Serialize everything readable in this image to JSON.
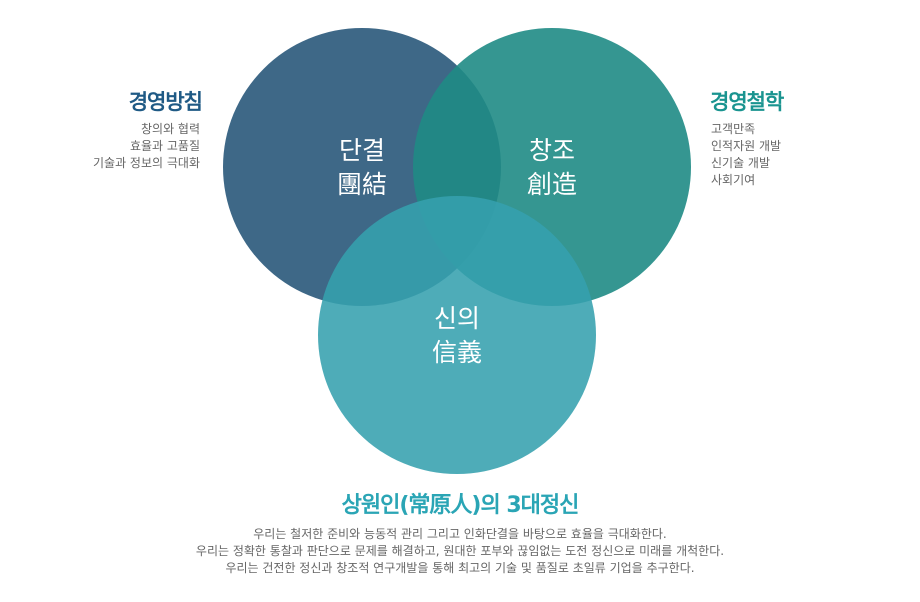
{
  "left": {
    "title": "경영방침",
    "items": [
      "창의와 협력",
      "효율과 고품질",
      "기술과 정보의 극대화"
    ],
    "color": "#1f5a85"
  },
  "right": {
    "title": "경영철학",
    "items": [
      "고객만족",
      "인적자원 개발",
      "신기술 개발",
      "사회기여"
    ],
    "color": "#1a9490"
  },
  "circles": [
    {
      "ko": "단결",
      "hanja": "團結",
      "color": "#2e5b7d"
    },
    {
      "ko": "창조",
      "hanja": "創造",
      "color": "#1f8b85"
    },
    {
      "ko": "신의",
      "hanja": "信義",
      "color": "#36a0ae"
    }
  ],
  "bottom": {
    "title": "상원인(常原人)의 3대정신",
    "lines": [
      "우리는 철저한 준비와 능동적 관리 그리고 인화단결을 바탕으로 효율을 극대화한다.",
      "우리는 정확한 통찰과 판단으로 문제를 해결하고, 원대한 포부와 끊임없는 도전 정신으로 미래를 개척한다.",
      "우리는 건전한 정신과 창조적 연구개발을 통해 최고의 기술 및 품질로 초일류 기업을 추구한다."
    ]
  }
}
